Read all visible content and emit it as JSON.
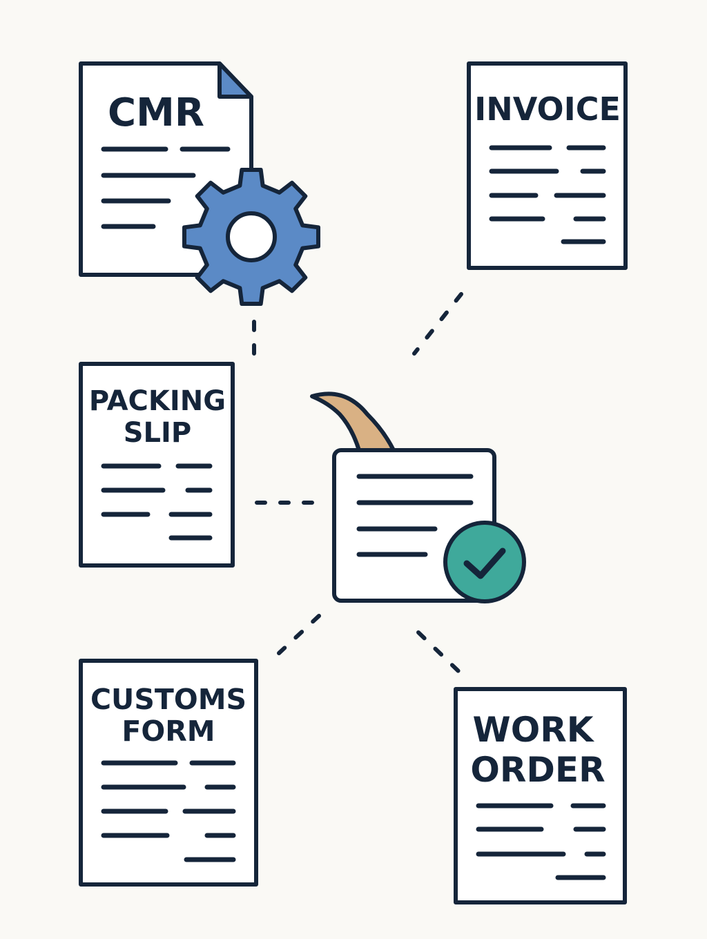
{
  "colors": {
    "background": "#faf9f5",
    "ink": "#15253a",
    "gear": "#5b8ac6",
    "check_badge": "#3fa99b",
    "quill": "#d9b184",
    "paper": "#ffffff"
  },
  "documents": {
    "cmr": {
      "title": "CMR"
    },
    "invoice": {
      "title": "INVOICE"
    },
    "packing_slip": {
      "title_line1": "PACKING",
      "title_line2": "SLIP"
    },
    "customs_form": {
      "title_line1": "CUSTOMS",
      "title_line2": "FORM"
    },
    "work_order": {
      "title_line1": "WORK",
      "title_line2": "ORDER"
    }
  },
  "icons": {
    "gear": "gear-icon",
    "checkmark": "checkmark-icon",
    "quill": "quill-icon",
    "folded_corner": "folded-corner-icon"
  }
}
